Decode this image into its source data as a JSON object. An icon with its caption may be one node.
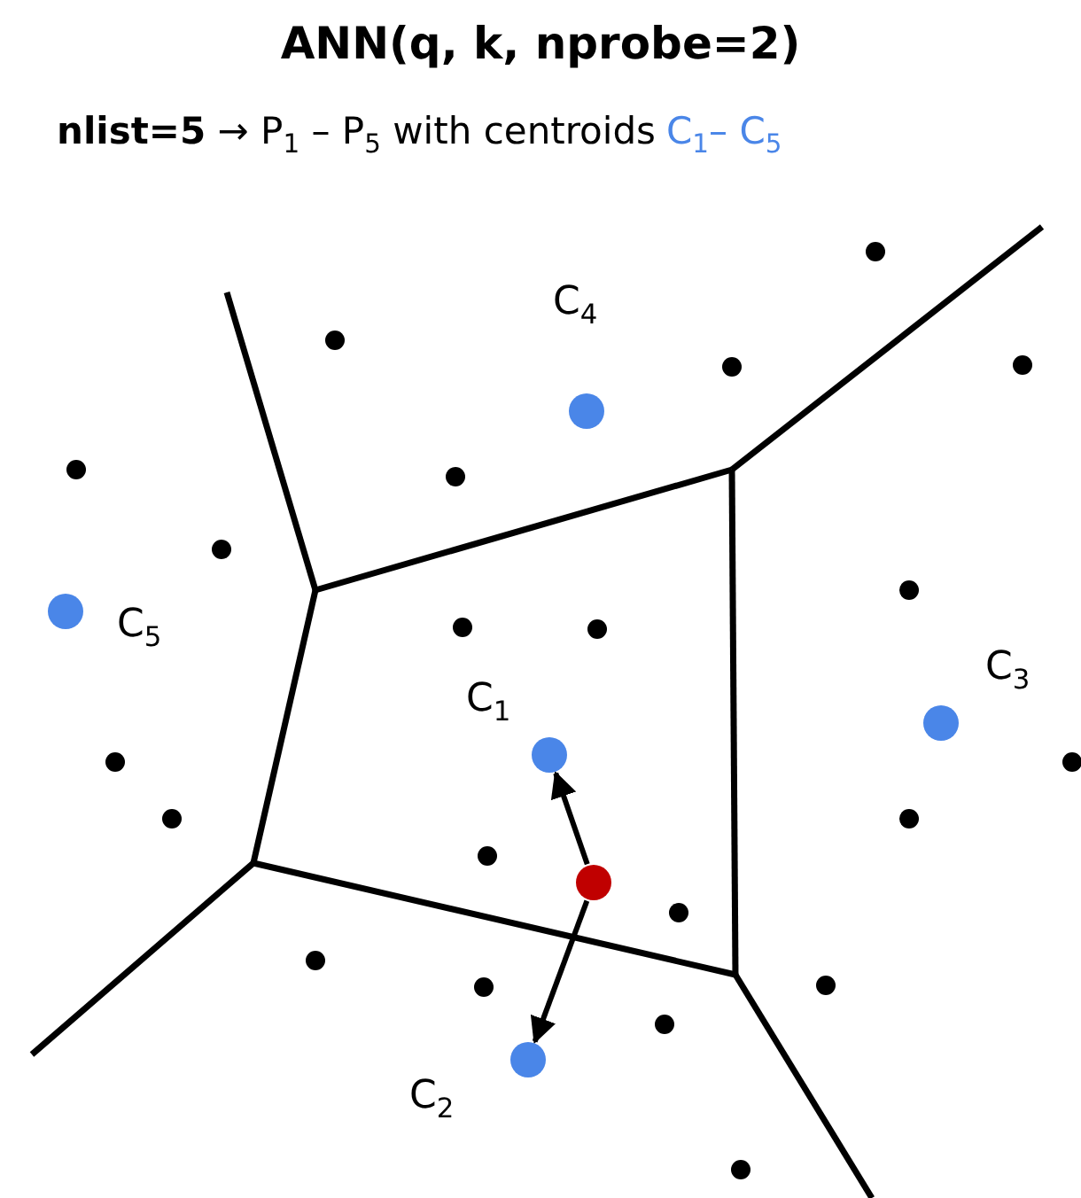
{
  "diagram": {
    "title": "ANN(q, k, nprobe=2)",
    "nodes": [
      {
        "text": [],
        "shape": "circle",
        "beside": [
          "C$_{4}$"
        ]
      },
      {
        "text": [],
        "shape": "circle",
        "beside": [
          "C$_{5}$"
        ]
      },
      {
        "text": [],
        "shape": "circle",
        "beside": [
          "C$_{3}$"
        ]
      },
      {
        "text": [],
        "shape": "circle",
        "beside": [
          "C$_{1}$"
        ]
      },
      {
        "text": [],
        "shape": "circle"
      },
      {
        "text": [],
        "shape": "circle",
        "beside": [
          "C$_{2}$"
        ]
      }
    ],
    "edges": [
      {
        "from": 4,
        "to": 3,
        "arrow": "to"
      },
      {
        "from": 4,
        "to": 5,
        "arrow": "to"
      }
    ],
    "labels": [
      "**nlist=5** → P$_{1}$ – P$_{5}$ with centroids",
      "C$_{1}$– C$_{5}$"
    ]
  }
}
